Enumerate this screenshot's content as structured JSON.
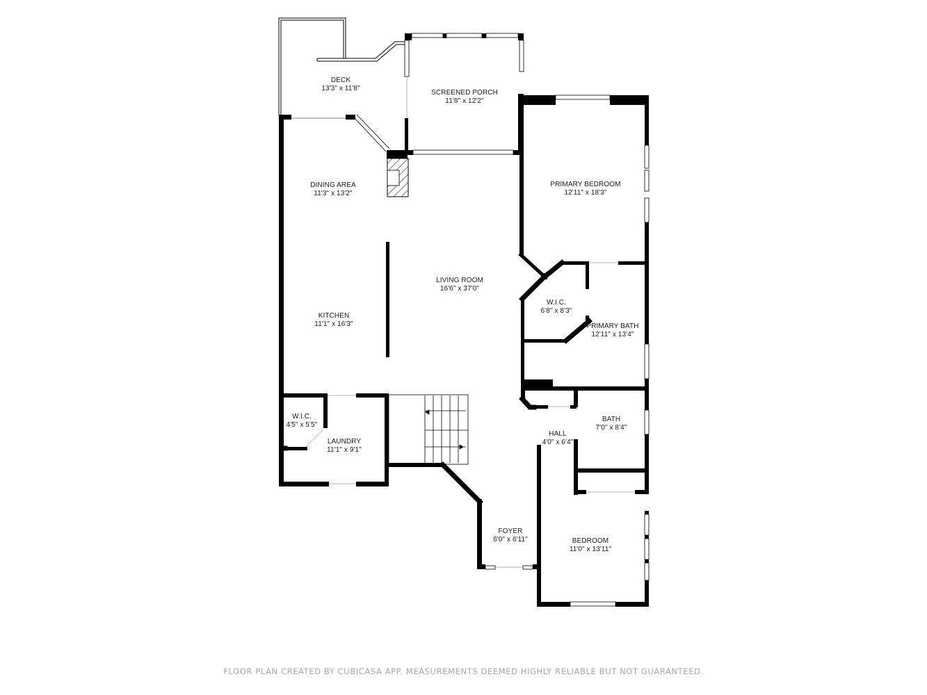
{
  "diagram": {
    "type": "floor_plan",
    "rooms": [
      {
        "id": "deck",
        "name": "DECK",
        "dimensions": "13'3\" x 11'8\""
      },
      {
        "id": "screened-porch",
        "name": "SCREENED PORCH",
        "dimensions": "11'8\" x 12'2\""
      },
      {
        "id": "primary-bedroom",
        "name": "PRIMARY BEDROOM",
        "dimensions": "12'11\" x 18'3\""
      },
      {
        "id": "dining-area",
        "name": "DINING AREA",
        "dimensions": "11'3\" x 13'2\""
      },
      {
        "id": "living-room",
        "name": "LIVING ROOM",
        "dimensions": "16'6\" x 37'0\""
      },
      {
        "id": "wic-primary",
        "name": "W.I.C.",
        "dimensions": "6'8\" x 8'3\""
      },
      {
        "id": "primary-bath",
        "name": "PRIMARY BATH",
        "dimensions": "12'11\" x 13'4\""
      },
      {
        "id": "kitchen",
        "name": "KITCHEN",
        "dimensions": "11'1\" x 16'3\""
      },
      {
        "id": "wic-laundry",
        "name": "W.I.C.",
        "dimensions": "4'5\" x 5'5\""
      },
      {
        "id": "laundry",
        "name": "LAUNDRY",
        "dimensions": "11'1\" x 9'1\""
      },
      {
        "id": "bath",
        "name": "BATH",
        "dimensions": "7'0\" x 8'4\""
      },
      {
        "id": "hall",
        "name": "HALL",
        "dimensions": "4'0\" x 6'4\""
      },
      {
        "id": "foyer",
        "name": "FOYER",
        "dimensions": "6'0\" x 6'11\""
      },
      {
        "id": "bedroom",
        "name": "BEDROOM",
        "dimensions": "11'0\" x 13'11\""
      }
    ],
    "features": [
      "fireplace",
      "staircase"
    ],
    "colors": {
      "wall": "#000000",
      "window": "#ffffff",
      "background": "#ffffff",
      "footer_text": "#a6a6a6"
    }
  },
  "footer": {
    "disclaimer": "FLOOR PLAN CREATED BY CUBICASA APP. MEASUREMENTS DEEMED HIGHLY RELIABLE BUT NOT GUARANTEED."
  }
}
